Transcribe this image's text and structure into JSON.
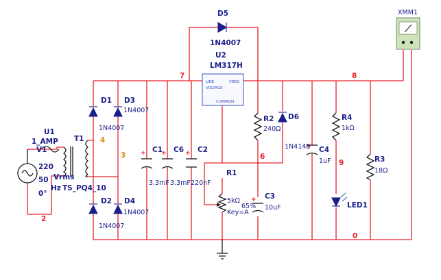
{
  "components": {
    "d5": {
      "ref": "D5",
      "value": "1N4007"
    },
    "u2": {
      "ref": "U2",
      "value": "LM317H",
      "pin_in": "LINE",
      "pin_voltage": "VOLTAGE",
      "pin_reg": "VREG",
      "pin_common": "COMMON"
    },
    "d1": {
      "ref": "D1",
      "value": "1N4007"
    },
    "d2": {
      "ref": "D2",
      "value": "1N4007"
    },
    "d3": {
      "ref": "D3",
      "value": "1N4007"
    },
    "d4": {
      "ref": "D4",
      "value": "1N4007"
    },
    "d6": {
      "ref": "D6",
      "value": "1N4148"
    },
    "u1": {
      "ref": "U1",
      "value": "1_AMP"
    },
    "v1": {
      "ref": "V1",
      "line1": "220",
      "line2": "Vrms",
      "line3": "50",
      "line4": "Hz",
      "line5": "0°"
    },
    "t1": {
      "ref": "T1",
      "value": "TS_PQ4_10"
    },
    "c1": {
      "ref": "C1",
      "value": "3.3mF"
    },
    "c6": {
      "ref": "C6",
      "value": "3.3mF"
    },
    "c2": {
      "ref": "C2",
      "value": "220nF"
    },
    "c3": {
      "ref": "C3",
      "value": "10uF"
    },
    "c4": {
      "ref": "C4",
      "value": "1uF"
    },
    "r1": {
      "ref": "R1",
      "value": "5kΩ",
      "key": "Key=A",
      "percent": "65%"
    },
    "r2": {
      "ref": "R2",
      "value": "240Ω"
    },
    "r3": {
      "ref": "R3",
      "value": "18Ω"
    },
    "r4": {
      "ref": "R4",
      "value": "1kΩ"
    },
    "led1": {
      "ref": "LED1"
    },
    "xmm1": {
      "ref": "XMM1"
    }
  },
  "nets": {
    "n7": "7",
    "n8": "8",
    "n6": "6",
    "n9": "9",
    "n0": "0",
    "n2": "2",
    "n3": "3",
    "n4": "4"
  },
  "colors": {
    "wire": "#e8202a",
    "label": "#1b1f8a",
    "node_orange": "#e08a14",
    "meter_bg": "#cfe3b8"
  }
}
